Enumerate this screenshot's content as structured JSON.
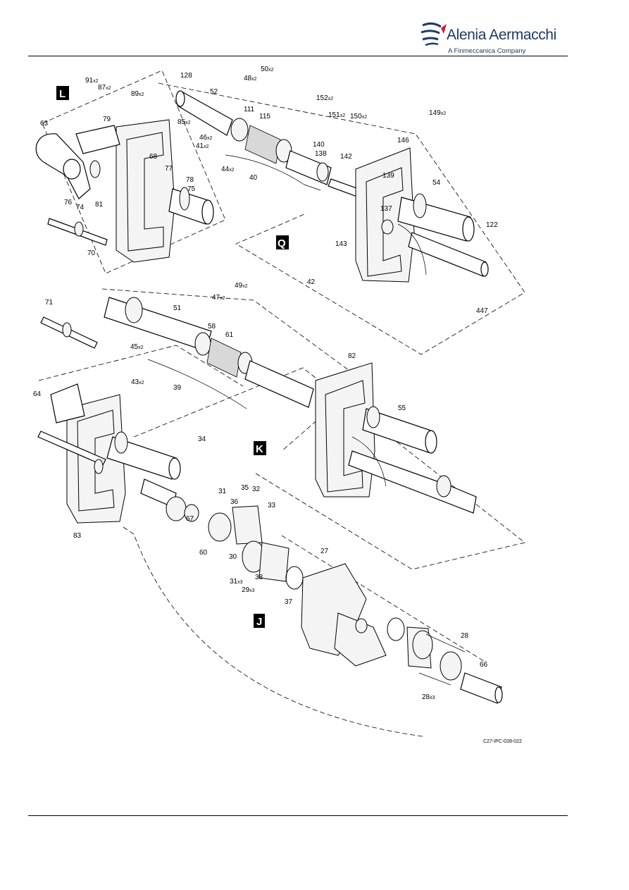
{
  "header": {
    "brand_name": "Alenia Aermacchi",
    "brand_tagline": "A Finmeccanica Company"
  },
  "zones": [
    "L",
    "Q",
    "K",
    "J"
  ],
  "figure_reference": "C27-IPC-028-022",
  "callouts": [
    {
      "num": "91",
      "qty": "x2"
    },
    {
      "num": "87",
      "qty": "x2"
    },
    {
      "num": "89",
      "qty": "x2"
    },
    {
      "num": "79",
      "qty": ""
    },
    {
      "num": "63",
      "qty": ""
    },
    {
      "num": "128",
      "qty": ""
    },
    {
      "num": "52",
      "qty": ""
    },
    {
      "num": "48",
      "qty": "x2"
    },
    {
      "num": "50",
      "qty": "x2"
    },
    {
      "num": "111",
      "qty": ""
    },
    {
      "num": "115",
      "qty": ""
    },
    {
      "num": "85",
      "qty": "x2"
    },
    {
      "num": "46",
      "qty": "x2"
    },
    {
      "num": "41",
      "qty": "x2"
    },
    {
      "num": "44",
      "qty": "x2"
    },
    {
      "num": "40",
      "qty": ""
    },
    {
      "num": "68",
      "qty": ""
    },
    {
      "num": "77",
      "qty": ""
    },
    {
      "num": "78",
      "qty": ""
    },
    {
      "num": "75",
      "qty": ""
    },
    {
      "num": "76",
      "qty": ""
    },
    {
      "num": "74",
      "qty": ""
    },
    {
      "num": "81",
      "qty": ""
    },
    {
      "num": "70",
      "qty": ""
    },
    {
      "num": "152",
      "qty": "x2"
    },
    {
      "num": "151",
      "qty": "x2"
    },
    {
      "num": "150",
      "qty": "x2"
    },
    {
      "num": "149",
      "qty": "x2"
    },
    {
      "num": "140",
      "qty": ""
    },
    {
      "num": "138",
      "qty": ""
    },
    {
      "num": "142",
      "qty": ""
    },
    {
      "num": "146",
      "qty": ""
    },
    {
      "num": "139",
      "qty": ""
    },
    {
      "num": "54",
      "qty": ""
    },
    {
      "num": "122",
      "qty": ""
    },
    {
      "num": "137",
      "qty": ""
    },
    {
      "num": "143",
      "qty": ""
    },
    {
      "num": "42",
      "qty": ""
    },
    {
      "num": "447",
      "qty": ""
    },
    {
      "num": "71",
      "qty": ""
    },
    {
      "num": "47",
      "qty": "x2"
    },
    {
      "num": "49",
      "qty": "x2"
    },
    {
      "num": "51",
      "qty": ""
    },
    {
      "num": "58",
      "qty": ""
    },
    {
      "num": "61",
      "qty": ""
    },
    {
      "num": "45",
      "qty": "x2"
    },
    {
      "num": "43",
      "qty": "x2"
    },
    {
      "num": "39",
      "qty": ""
    },
    {
      "num": "64",
      "qty": ""
    },
    {
      "num": "82",
      "qty": ""
    },
    {
      "num": "55",
      "qty": ""
    },
    {
      "num": "34",
      "qty": ""
    },
    {
      "num": "36",
      "qty": ""
    },
    {
      "num": "35",
      "qty": ""
    },
    {
      "num": "31",
      "qty": ""
    },
    {
      "num": "32",
      "qty": ""
    },
    {
      "num": "33",
      "qty": ""
    },
    {
      "num": "83",
      "qty": ""
    },
    {
      "num": "67",
      "qty": ""
    },
    {
      "num": "60",
      "qty": ""
    },
    {
      "num": "30",
      "qty": ""
    },
    {
      "num": "31",
      "qty": "x3"
    },
    {
      "num": "29",
      "qty": "x3"
    },
    {
      "num": "38",
      "qty": ""
    },
    {
      "num": "37",
      "qty": ""
    },
    {
      "num": "27",
      "qty": ""
    },
    {
      "num": "28",
      "qty": ""
    },
    {
      "num": "28",
      "qty": "x3"
    },
    {
      "num": "66",
      "qty": ""
    }
  ]
}
